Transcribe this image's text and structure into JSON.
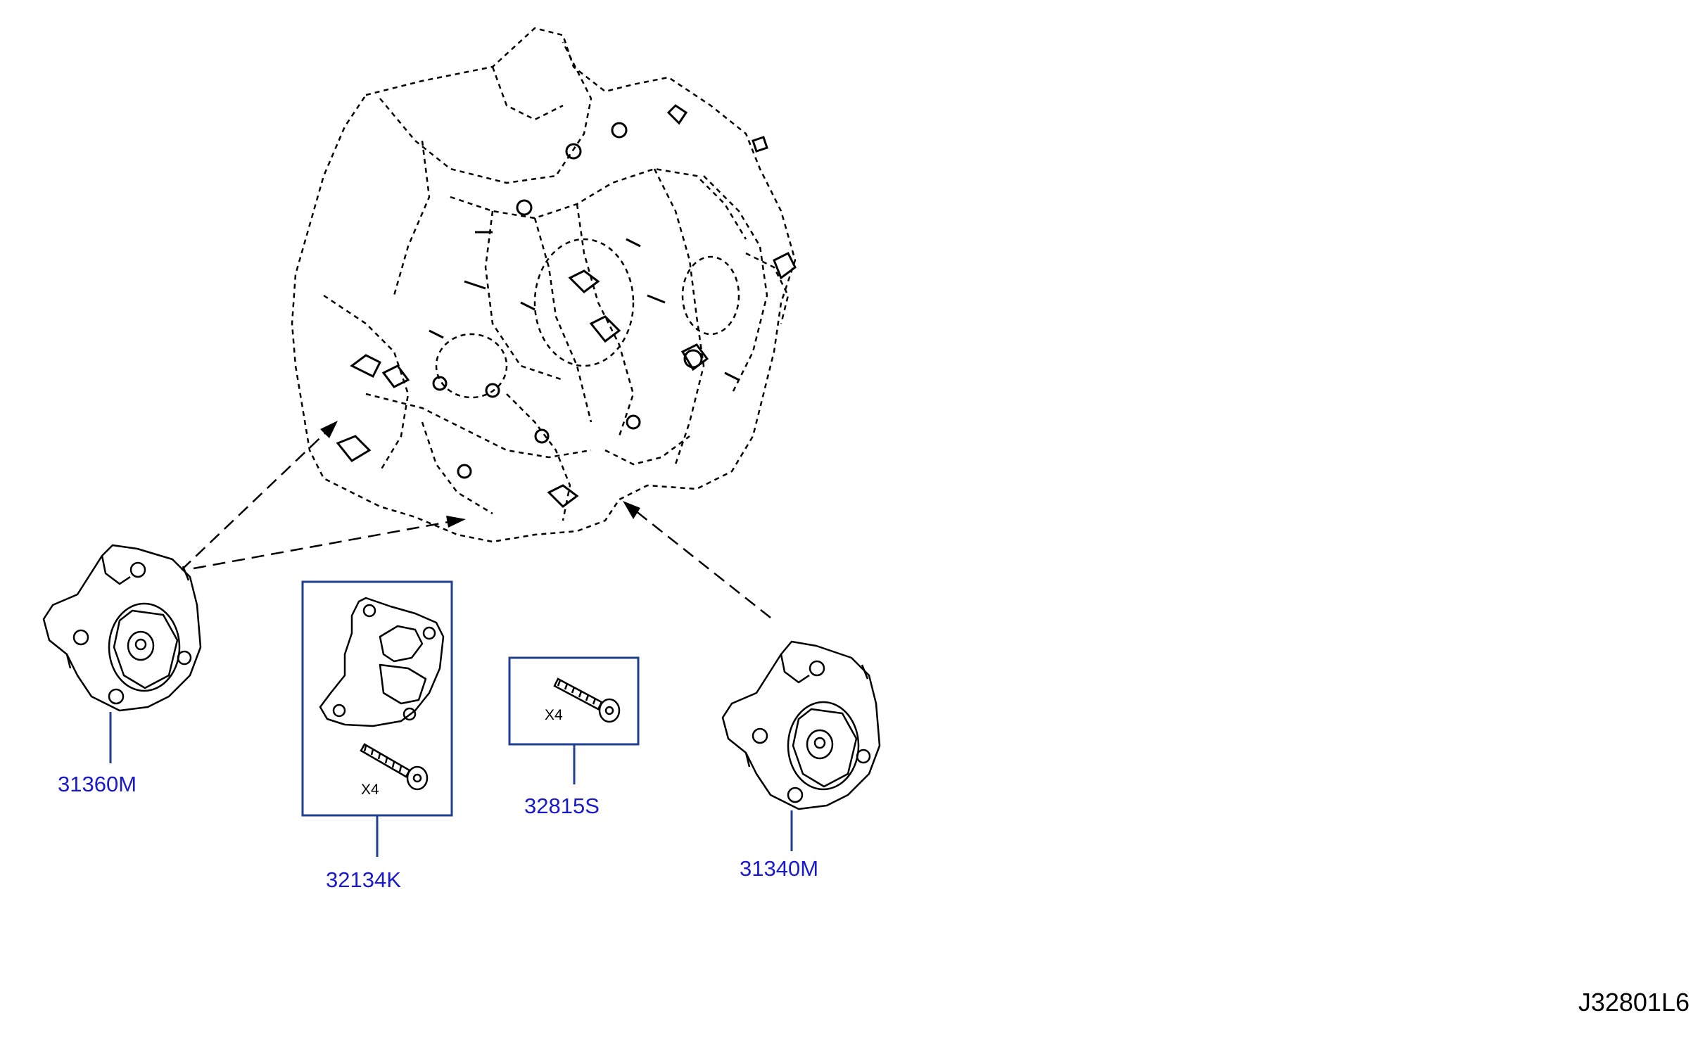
{
  "diagram_code": "J32801L6",
  "parts": [
    {
      "id": "p1",
      "number": "31360M"
    },
    {
      "id": "p2",
      "number": "32134K",
      "qty": "X4"
    },
    {
      "id": "p3",
      "number": "32815S",
      "qty": "X4"
    },
    {
      "id": "p4",
      "number": "31340M"
    }
  ],
  "colors": {
    "callout": "#1a1acc",
    "callout_box": "#1f3f8f",
    "line_art": "#000000"
  }
}
